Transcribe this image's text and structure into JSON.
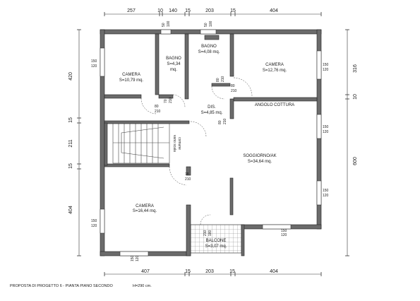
{
  "dimensions": {
    "top": [
      "257",
      "10",
      "140",
      "15",
      "203",
      "15",
      "404"
    ],
    "bottom": [
      "407",
      "15",
      "203",
      "15",
      "404"
    ],
    "left": [
      "420",
      "15",
      "211",
      "15",
      "404"
    ],
    "right": [
      "316",
      "10",
      "600"
    ]
  },
  "rooms": {
    "camera_nw": {
      "name": "CAMERA",
      "area": "S=10,79 mq."
    },
    "bagno_1": {
      "name": "BAGNO",
      "area": "S=4,34",
      "unit": "mq."
    },
    "bagno_2": {
      "name": "BAGNO",
      "area": "S=4,08 mq."
    },
    "camera_ne": {
      "name": "CAMERA",
      "area": "S=12,76 mq."
    },
    "dis": {
      "name": "DIS.",
      "area": "S=4,85 mq."
    },
    "angolo_cottura": {
      "name": "ANGOLO COTTURA"
    },
    "vano_scala": {
      "line1": "vano scala",
      "line2": "comune"
    },
    "soggiorno": {
      "name": "SOGGIORNO/AK",
      "area": "S=34,64 mq."
    },
    "camera_sw": {
      "name": "CAMERA",
      "area": "S=16,44 mq."
    },
    "balcone": {
      "name": "BALCONE",
      "area": "S=3,07 mq."
    }
  },
  "openings": {
    "win_w1": [
      "150",
      "120"
    ],
    "win_w2": [
      "150",
      "120"
    ],
    "win_e1": [
      "150",
      "120"
    ],
    "win_e2": [
      "150",
      "120"
    ],
    "win_e3": [
      "150",
      "120"
    ],
    "win_s1": [
      "150",
      "120"
    ],
    "win_s2": [
      "150",
      "120"
    ],
    "win_n1": [
      "50",
      "100"
    ],
    "win_n2": [
      "50",
      "100"
    ],
    "door_camera_nw": [
      "70",
      "210"
    ],
    "door_bagno_1": [
      "80",
      "210"
    ],
    "door_bagno_2": [
      "80",
      "210"
    ],
    "door_camera_ne": [
      "80",
      "210"
    ],
    "door_dis": [
      "80",
      "210"
    ],
    "door_camera_sw": [
      "78",
      "210"
    ],
    "door_balcone": [
      "210",
      "180"
    ]
  },
  "caption": {
    "title": "PROPOSTA DI PROGETTO 6 - PIANTA PIANO SECONDO",
    "height": "H=290 cm."
  }
}
